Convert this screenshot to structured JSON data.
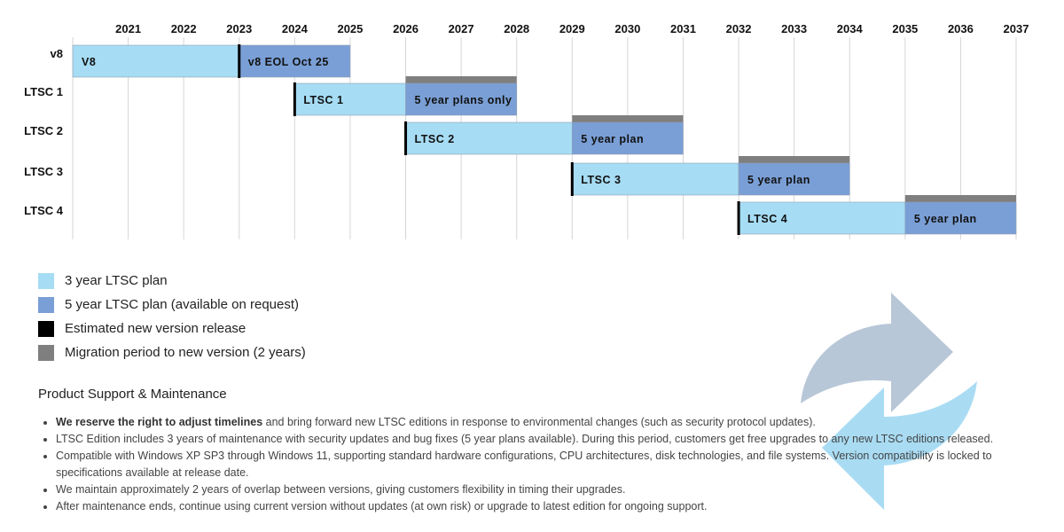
{
  "chart_data": {
    "type": "gantt",
    "x_ticks": [
      "2021",
      "2022",
      "2023",
      "2024",
      "2025",
      "2026",
      "2027",
      "2028",
      "2029",
      "2030",
      "2031",
      "2032",
      "2033",
      "2034",
      "2035",
      "2036",
      "2037"
    ],
    "xlim": [
      2020,
      2037
    ],
    "rows": [
      {
        "label": "v8",
        "bars": [
          {
            "kind": "plan3",
            "start": 2020,
            "end": 2023,
            "text": "V8"
          },
          {
            "kind": "plan5",
            "start": 2023,
            "end": 2025,
            "text": "v8 EOL Oct 25"
          }
        ],
        "release": 2023,
        "migration": null
      },
      {
        "label": "LTSC 1",
        "bars": [
          {
            "kind": "plan3",
            "start": 2024,
            "end": 2026,
            "text": "LTSC 1"
          },
          {
            "kind": "plan5",
            "start": 2026,
            "end": 2028,
            "text": "5 year plans only"
          }
        ],
        "release": 2024,
        "migration": [
          2026,
          2028
        ]
      },
      {
        "label": "LTSC 2",
        "bars": [
          {
            "kind": "plan3",
            "start": 2026,
            "end": 2029,
            "text": "LTSC 2"
          },
          {
            "kind": "plan5",
            "start": 2029,
            "end": 2031,
            "text": "5 year plan"
          }
        ],
        "release": 2026,
        "migration": [
          2029,
          2031
        ]
      },
      {
        "label": "LTSC 3",
        "bars": [
          {
            "kind": "plan3",
            "start": 2029,
            "end": 2032,
            "text": "LTSC 3"
          },
          {
            "kind": "plan5",
            "start": 2032,
            "end": 2034,
            "text": "5 year plan"
          }
        ],
        "release": 2029,
        "migration": [
          2032,
          2034
        ]
      },
      {
        "label": "LTSC 4",
        "bars": [
          {
            "kind": "plan3",
            "start": 2032,
            "end": 2035,
            "text": "LTSC 4"
          },
          {
            "kind": "plan5",
            "start": 2035,
            "end": 2037,
            "text": "5 year plan"
          }
        ],
        "release": 2032,
        "migration": [
          2035,
          2037
        ]
      }
    ]
  },
  "colors": {
    "plan3": "#a6dcf4",
    "plan5": "#7a9fd6",
    "release": "#000000",
    "migration": "#7f7f7f",
    "grid": "#d6d6d6",
    "arrow_top": "#b8c7d7",
    "arrow_bottom": "#a9dcf3"
  },
  "legend": [
    {
      "kind": "plan3",
      "label": "3 year LTSC plan"
    },
    {
      "kind": "plan5",
      "label": "5 year LTSC plan (available on request)"
    },
    {
      "kind": "release",
      "label": "Estimated new version release"
    },
    {
      "kind": "migration",
      "label": "Migration period to new version (2 years)"
    }
  ],
  "support": {
    "title": "Product Support & Maintenance",
    "notes": [
      {
        "bold": "We reserve the right to adjust timelines",
        "text": " and bring forward new LTSC editions in response to environmental changes (such as security protocol updates)."
      },
      {
        "bold": "",
        "text": "LTSC Edition includes 3 years of maintenance with security updates and bug fixes (5 year plans available). During this period, customers get free upgrades to any new LTSC editions released."
      },
      {
        "bold": "",
        "text": "Compatible with Windows XP SP3 through Windows 11, supporting standard hardware configurations, CPU architectures, disk technologies, and file systems. Version compatibility is locked to specifications available at release date."
      },
      {
        "bold": "",
        "text": "We maintain approximately 2 years of overlap between versions, giving customers flexibility in timing their upgrades."
      },
      {
        "bold": "",
        "text": "After maintenance ends, continue using current version without updates (at own risk) or upgrade to latest edition for ongoing support."
      }
    ]
  }
}
